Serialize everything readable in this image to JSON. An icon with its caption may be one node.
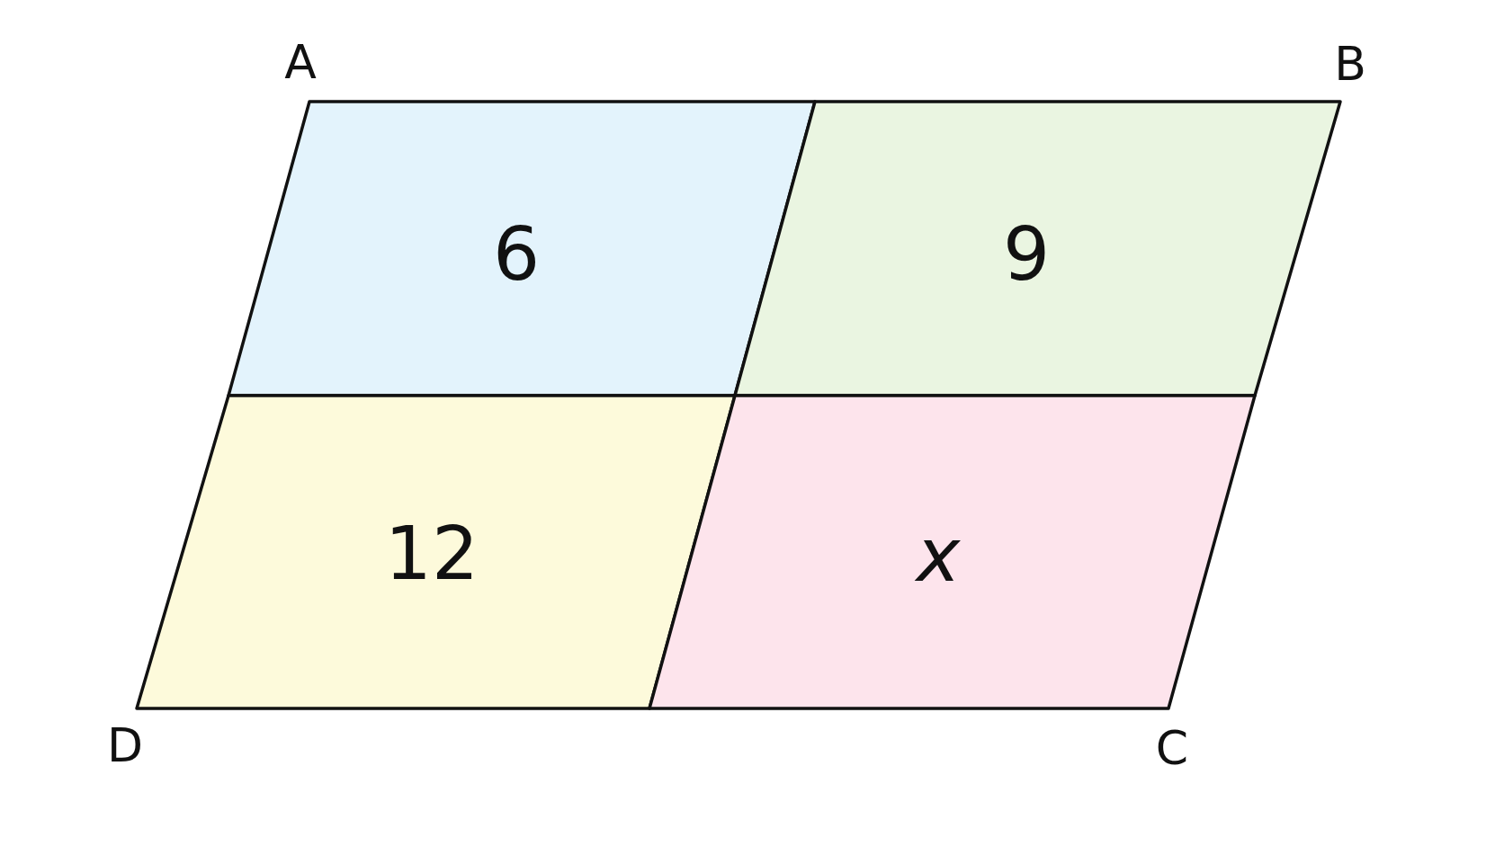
{
  "diagram": {
    "nodes": [
      {
        "text": [
          "6"
        ]
      },
      {
        "text": [
          "9"
        ]
      },
      {
        "text": [
          "12"
        ]
      },
      {
        "text": [
          "x"
        ]
      }
    ],
    "labels": [
      "A",
      "B",
      "D",
      "C"
    ]
  }
}
